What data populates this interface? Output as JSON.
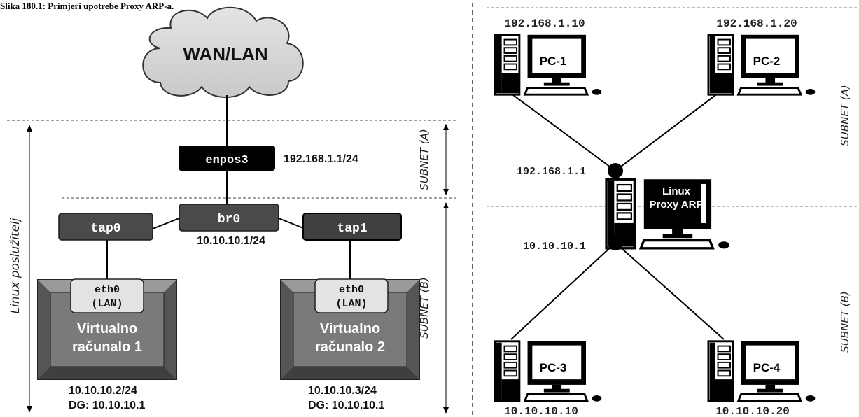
{
  "caption": "Slika 180.1: Primjeri upotrebe Proxy ARP-a.",
  "left": {
    "cloud_label": "WAN/LAN",
    "enpos3_label": "enpos3",
    "enpos3_ip": "192.168.1.1/24",
    "br0_label": "br0",
    "br0_ip": "10.10.10.1/24",
    "tap0_label": "tap0",
    "tap1_label": "tap1",
    "vm1": {
      "eth0": "eth0",
      "lan": "(LAN)",
      "line1": "Virtualno",
      "line2": "računalo 1",
      "ip": "10.10.10.2/24",
      "dg": "DG: 10.10.10.1"
    },
    "vm2": {
      "eth0": "eth0",
      "lan": "(LAN)",
      "line1": "Virtualno",
      "line2": "računalo 2",
      "ip": "10.10.10.3/24",
      "dg": "DG: 10.10.10.1"
    },
    "host_label": "Linux poslužitelj",
    "subnet_a": "SUBNET (A)",
    "subnet_b": "SUBNET (B)"
  },
  "right": {
    "pc1_label": "PC-1",
    "pc1_ip": "192.168.1.10",
    "pc2_label": "PC-2",
    "pc2_ip": "192.168.1.20",
    "pc3_label": "PC-3",
    "pc3_ip": "10.10.10.10",
    "pc4_label": "PC-4",
    "pc4_ip": "10.10.10.20",
    "proxy_line1": "Linux",
    "proxy_line2": "Proxy ARP",
    "node_top_ip": "192.168.1.1",
    "node_bottom_ip": "10.10.10.1",
    "subnet_a": "SUBNET (A)",
    "subnet_b": "SUBNET (B)"
  }
}
